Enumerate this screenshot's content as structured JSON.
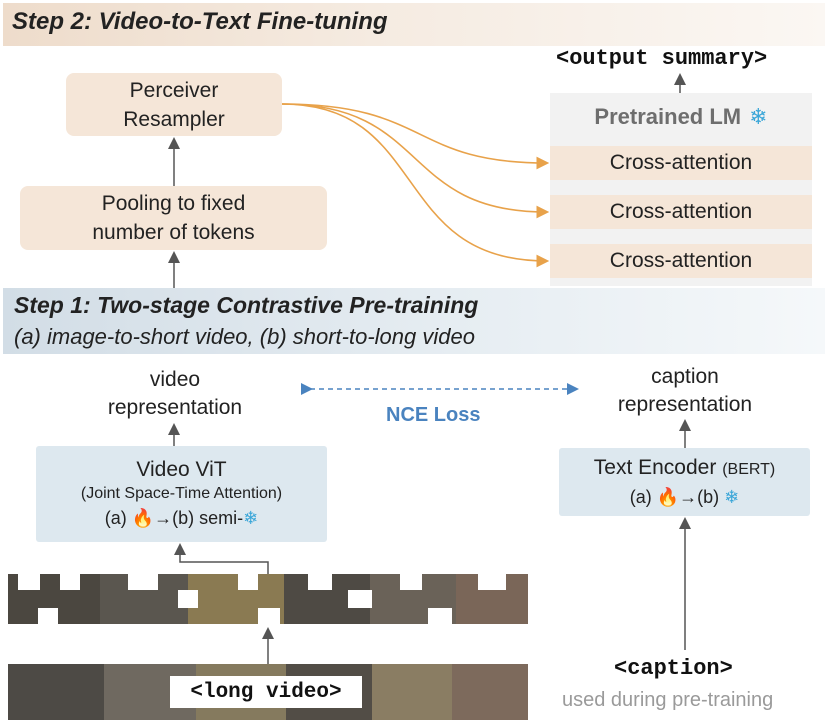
{
  "step2": {
    "title": "Step 2: Video-to-Text Fine-tuning"
  },
  "perceiver_resampler": {
    "line1": "Perceiver",
    "line2": "Resampler"
  },
  "pooling": {
    "line1": "Pooling to fixed",
    "line2": "number of tokens"
  },
  "output_summary": "<output summary>",
  "pretrained_lm": {
    "label": "Pretrained LM",
    "icon": "frozen-face-icon"
  },
  "cross_attention": [
    "Cross-attention",
    "Cross-attention",
    "Cross-attention"
  ],
  "step1": {
    "title": "Step 1: Two-stage Contrastive Pre-training",
    "subtitle": "(a) image-to-short video, (b) short-to-long video"
  },
  "video_representation": {
    "line1": "video",
    "line2": "representation"
  },
  "caption_representation": {
    "line1": "caption",
    "line2": "representation"
  },
  "nce_loss": "NCE Loss",
  "video_vit": {
    "title": "Video ViT",
    "subtitle": "(Joint Space-Time Attention)",
    "stage_a": "(a)",
    "arrow": "→(b) semi-"
  },
  "text_encoder": {
    "title": "Text Encoder",
    "model": "(BERT)",
    "stage_a": "(a)",
    "arrow": "→(b)"
  },
  "long_video": "<long video>",
  "caption": "<caption>",
  "used_note": "used during pre-training",
  "colors": {
    "step2_banner": "#eedccb",
    "step1_banner": "#d2dde6",
    "peach_box": "#f5e6d8",
    "blue_box": "#dde8ef",
    "orange_arrow": "#e8a24a",
    "nce_blue": "#4a83bf"
  }
}
